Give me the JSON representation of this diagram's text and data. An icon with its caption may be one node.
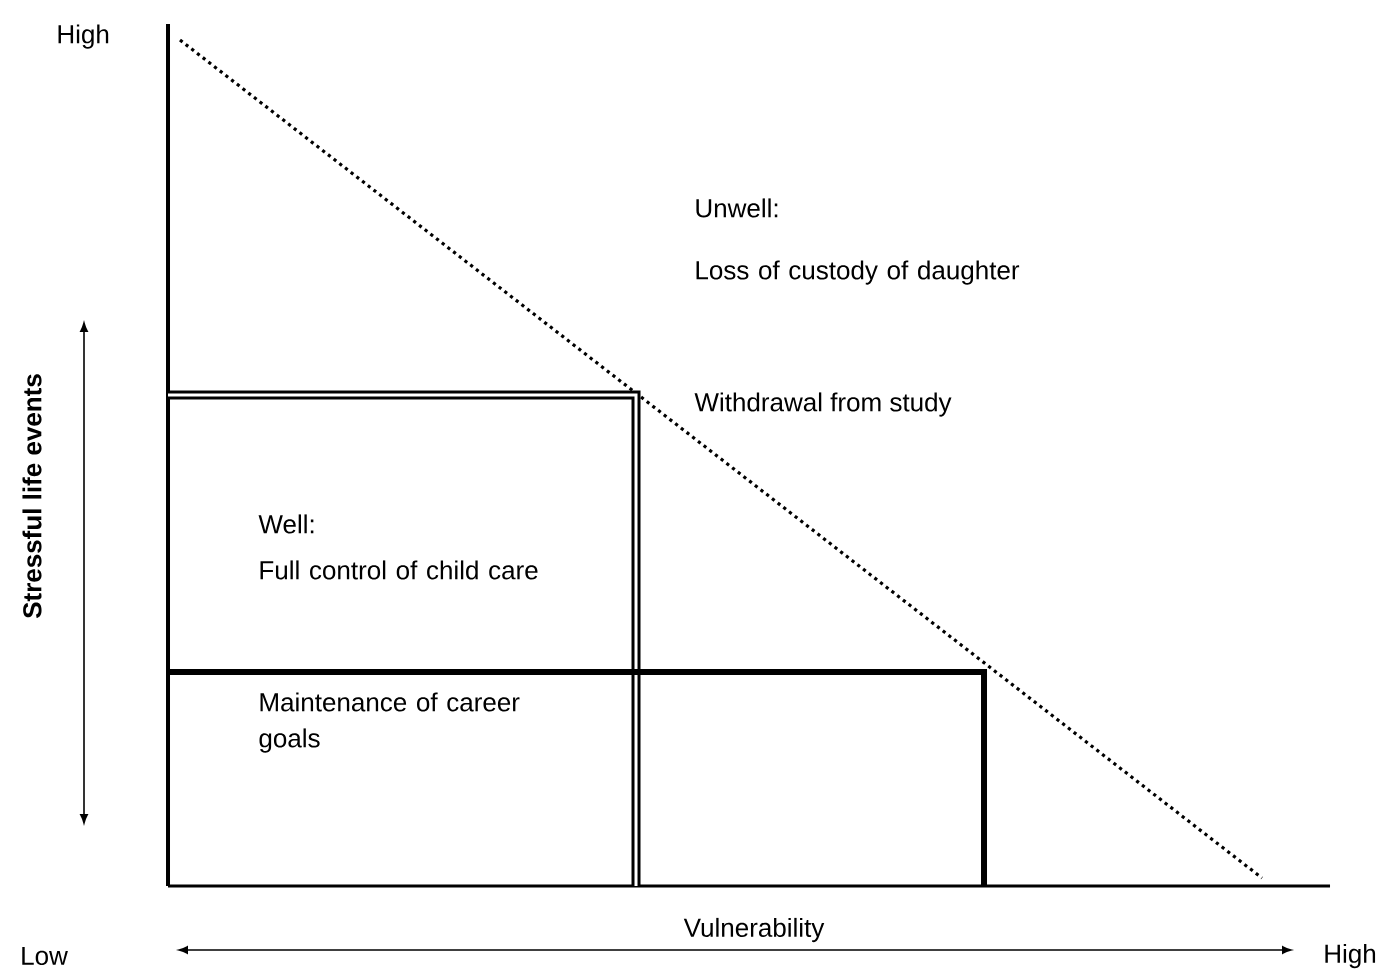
{
  "diagram": {
    "labels": [
      "High",
      "Unwell:",
      "Loss of custody of daughter",
      "Withdrawal from study",
      "Well:",
      "Full control of child care",
      "Maintenance of career goals",
      "Stressful life events",
      "Vulnerability",
      "Low",
      "High"
    ]
  }
}
